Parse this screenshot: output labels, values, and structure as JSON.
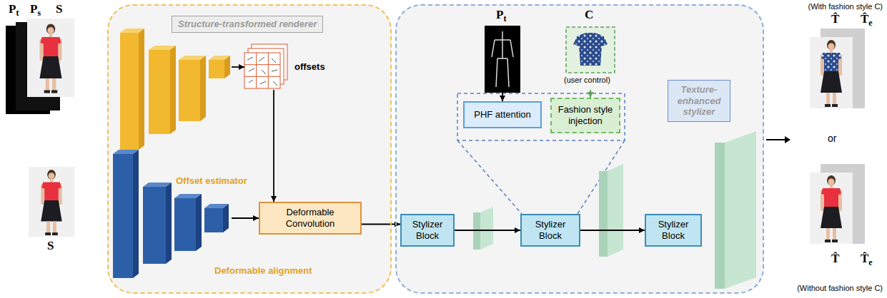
{
  "diagram": {
    "nodes": [
      {
        "text": [
          "Structure-transformed renderer"
        ]
      },
      {
        "text": [
          "Offset estimator"
        ],
        "in": 0
      },
      {
        "text": [
          "offsets"
        ],
        "in": 0
      },
      {
        "text": [
          "Deformable alignment"
        ],
        "in": 0
      },
      {
        "text": [
          "Deformable Convolution"
        ],
        "in": 0
      },
      {
        "text": [
          "Texture-enhanced stylizer"
        ]
      },
      {
        "text": [
          "Pt"
        ],
        "in": 5
      },
      {
        "text": [
          "C",
          "(user control)"
        ],
        "in": 5
      },
      {
        "text": [
          "PHF attention"
        ],
        "in": 5
      },
      {
        "text": [
          "Fashion style injection"
        ],
        "in": 5
      },
      {
        "text": [
          "Stylizer Block"
        ],
        "in": 5
      },
      {
        "text": [
          "Stylizer Block"
        ],
        "in": 5
      },
      {
        "text": [
          "Stylizer Block"
        ],
        "in": 5
      }
    ],
    "edges": [
      {
        "from": 1,
        "to": 2,
        "arrow": "to"
      },
      {
        "from": 2,
        "to": 4,
        "arrow": "to"
      },
      {
        "from": 3,
        "to": 4,
        "arrow": "to"
      },
      {
        "from": 4,
        "to": 10,
        "arrow": "to"
      },
      {
        "from": 10,
        "to": 11,
        "arrow": "to"
      },
      {
        "from": 11,
        "to": 12,
        "arrow": "to"
      },
      {
        "from": 6,
        "to": 8,
        "arrow": "to"
      },
      {
        "from": 7,
        "to": 9,
        "arrow": "to"
      }
    ],
    "labels": [
      "Pt",
      "Ps",
      "S",
      "S",
      "(With fashion style C)",
      "T̂",
      "T̂e",
      "or",
      "T̂",
      "T̂e",
      "(Without fashion style C)"
    ]
  }
}
